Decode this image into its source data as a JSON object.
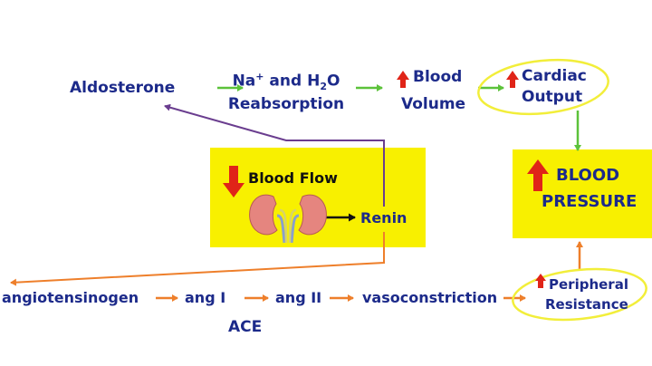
{
  "nodes": {
    "aldosterone": "Aldosterone",
    "na_part1": "Na",
    "na_sup": "+",
    "na_part2": " and H",
    "na_sub": "2",
    "na_part3": "O",
    "reabsorption": "Reabsorption",
    "blood_line1": "Blood",
    "blood_line2": "Volume",
    "cardiac_line1": "Cardiac",
    "cardiac_line2": "Output",
    "blood_flow": "Blood Flow",
    "renin": "Renin",
    "bp_line1": "BLOOD",
    "bp_line2": "PRESSURE",
    "angiotensinogen": "angiotensinogen",
    "ang1": "ang I",
    "ang2": "ang II",
    "ace": "ACE",
    "vasoconstriction": "vasoconstriction",
    "peripheral_line1": "Peripheral",
    "peripheral_line2": "Resistance"
  },
  "colors": {
    "text": "#1c2a8a",
    "box": "#f8f000",
    "green_arrow": "#5cc23a",
    "orange_arrow": "#ee7f2b",
    "purple_arrow": "#6a3d8f",
    "up_arrow": "#e02418",
    "highlight_ellipse": "#f2ee3a",
    "kidney": "#e5857f"
  },
  "icons": [
    "up-arrow-icon",
    "down-arrow-icon",
    "kidney-icon"
  ]
}
